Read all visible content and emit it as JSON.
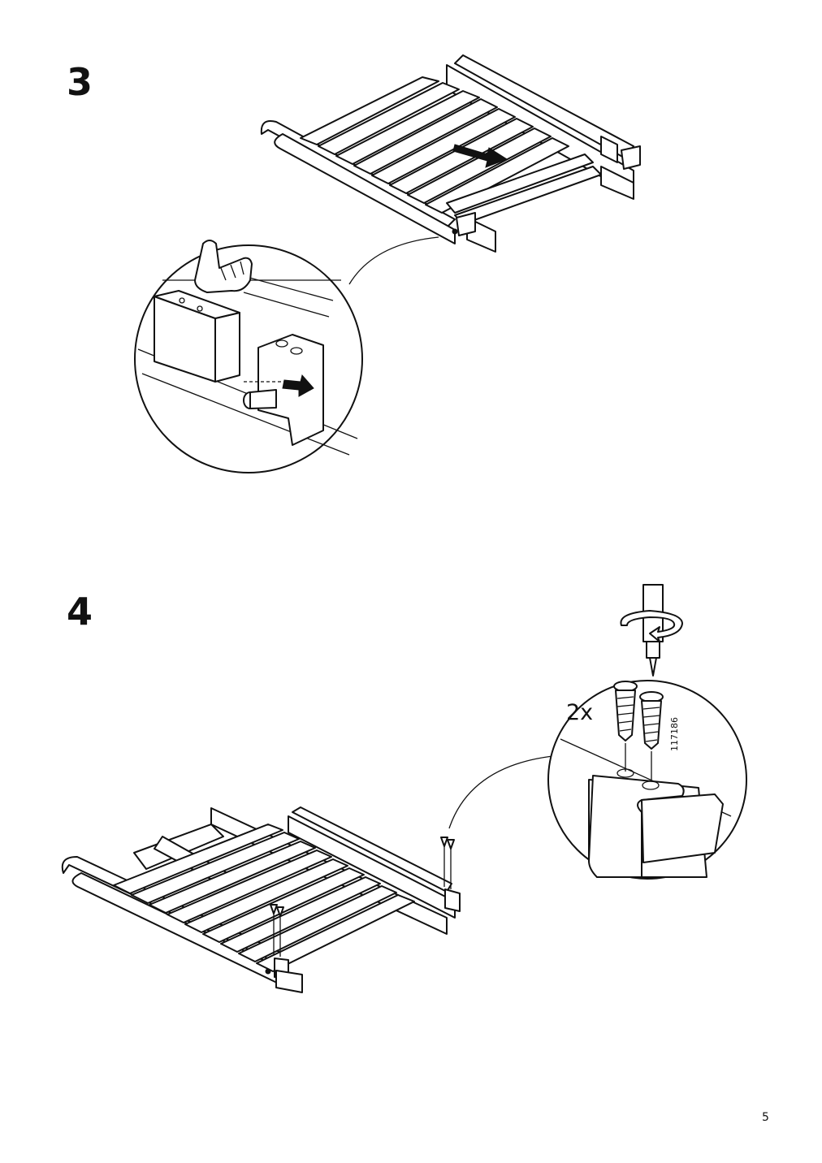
{
  "steps": [
    {
      "number": "3"
    },
    {
      "number": "4"
    }
  ],
  "step4": {
    "quantity_label": "2x",
    "part_number": "117186"
  },
  "footer": {
    "page_number": "5"
  },
  "icons": [
    "hand-pointing-icon",
    "arrow-pull-icon",
    "screwdriver-rotate-icon",
    "screw-icon"
  ]
}
